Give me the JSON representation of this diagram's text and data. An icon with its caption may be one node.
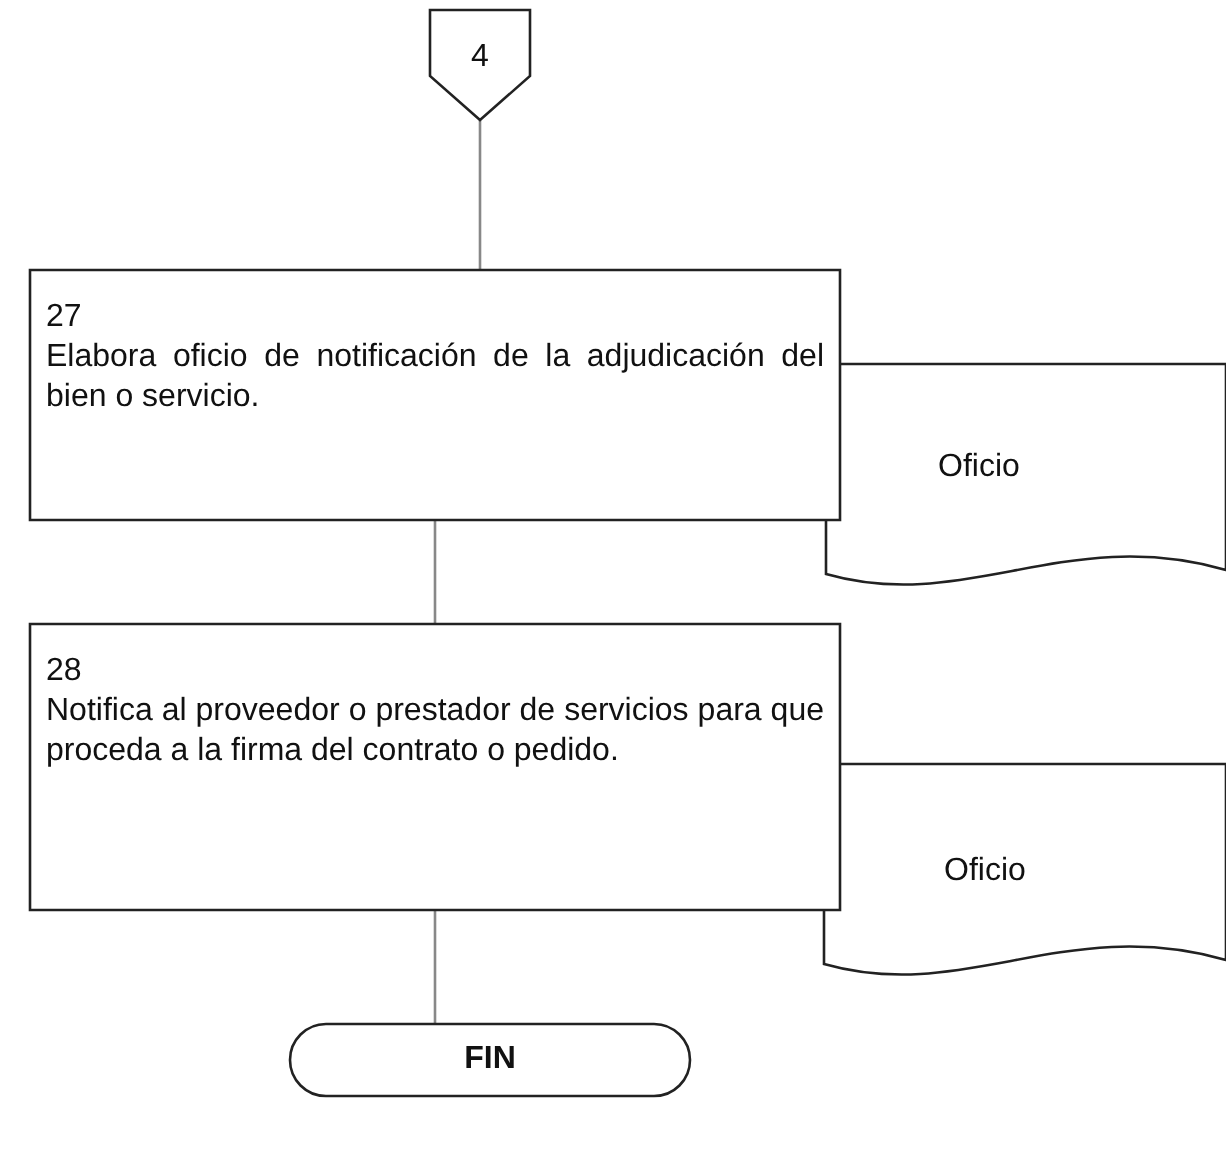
{
  "diagram": {
    "nodes": [
      {
        "text": [
          "4"
        ]
      },
      {
        "text": [
          "27",
          "Elabora oficio de notificación de la adjudicación del bien o servicio."
        ]
      },
      {
        "text": [
          "Oficio"
        ]
      },
      {
        "text": [
          "28",
          "Notifica al proveedor o prestador de servicios para que proceda a la firma del contrato o pedido."
        ]
      },
      {
        "text": [
          "Oficio"
        ]
      },
      {
        "text": [
          "FIN"
        ]
      }
    ],
    "edges": [
      {
        "from": 0,
        "to": 1,
        "arrow": "none"
      },
      {
        "from": 1,
        "to": 3,
        "arrow": "none"
      },
      {
        "from": 3,
        "to": 5,
        "arrow": "none"
      }
    ]
  }
}
